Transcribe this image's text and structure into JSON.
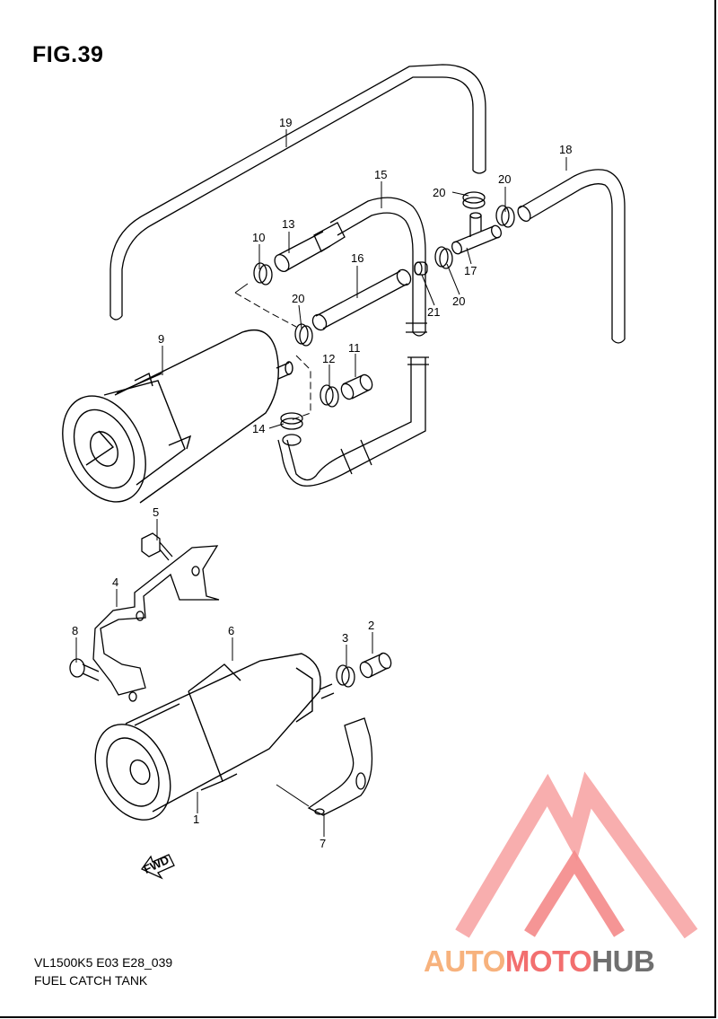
{
  "figure": {
    "title": "FIG.39",
    "model_code": "VL1500K5 E03 E28_039",
    "caption": "FUEL CATCH TANK"
  },
  "callouts": [
    "1",
    "2",
    "3",
    "4",
    "5",
    "6",
    "7",
    "8",
    "9",
    "10",
    "11",
    "12",
    "13",
    "14",
    "15",
    "16",
    "17",
    "18",
    "19",
    "20",
    "20",
    "20",
    "21"
  ],
  "badge": {
    "fwd_label": "FWD"
  },
  "watermark": {
    "part_a": "AUTO",
    "part_b": "MOTO",
    "part_c": "HUB"
  },
  "colors": {
    "watermark_orange": "#f7b27d",
    "watermark_red": "#f26f6f",
    "watermark_gray": "#6f6f6f"
  }
}
